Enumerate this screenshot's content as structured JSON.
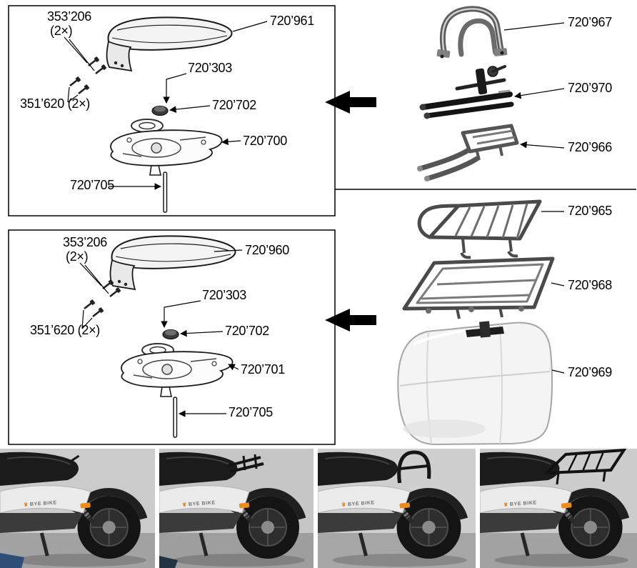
{
  "diagram": {
    "kit_a": {
      "screws_seat": "353’206",
      "screws_seat_qty": "(2×)",
      "seat": "720’961",
      "pivot_pin": "720’303",
      "screws_hinge": "351’620 (2×)",
      "cap": "720’702",
      "seat_base": "720’700",
      "support_rod": "720’705"
    },
    "kit_a_accessories": {
      "backrest": "720’967",
      "mounting_bracket": "720’970",
      "carrier": "720’966"
    },
    "kit_b": {
      "screws_seat": "353’206",
      "screws_seat_qty": "(2×)",
      "seat": "720’960",
      "pivot_pin": "720’303",
      "screws_hinge": "351’620 (2×)",
      "cap": "720’702",
      "seat_base": "720’701",
      "support_rod": "720’705"
    },
    "kit_b_accessories": {
      "top_rack": "720’965",
      "flat_rack": "720’968",
      "top_case": "720’969"
    }
  },
  "photos": {
    "brand": "BYE BIKE",
    "logo_glyph": "♛"
  }
}
